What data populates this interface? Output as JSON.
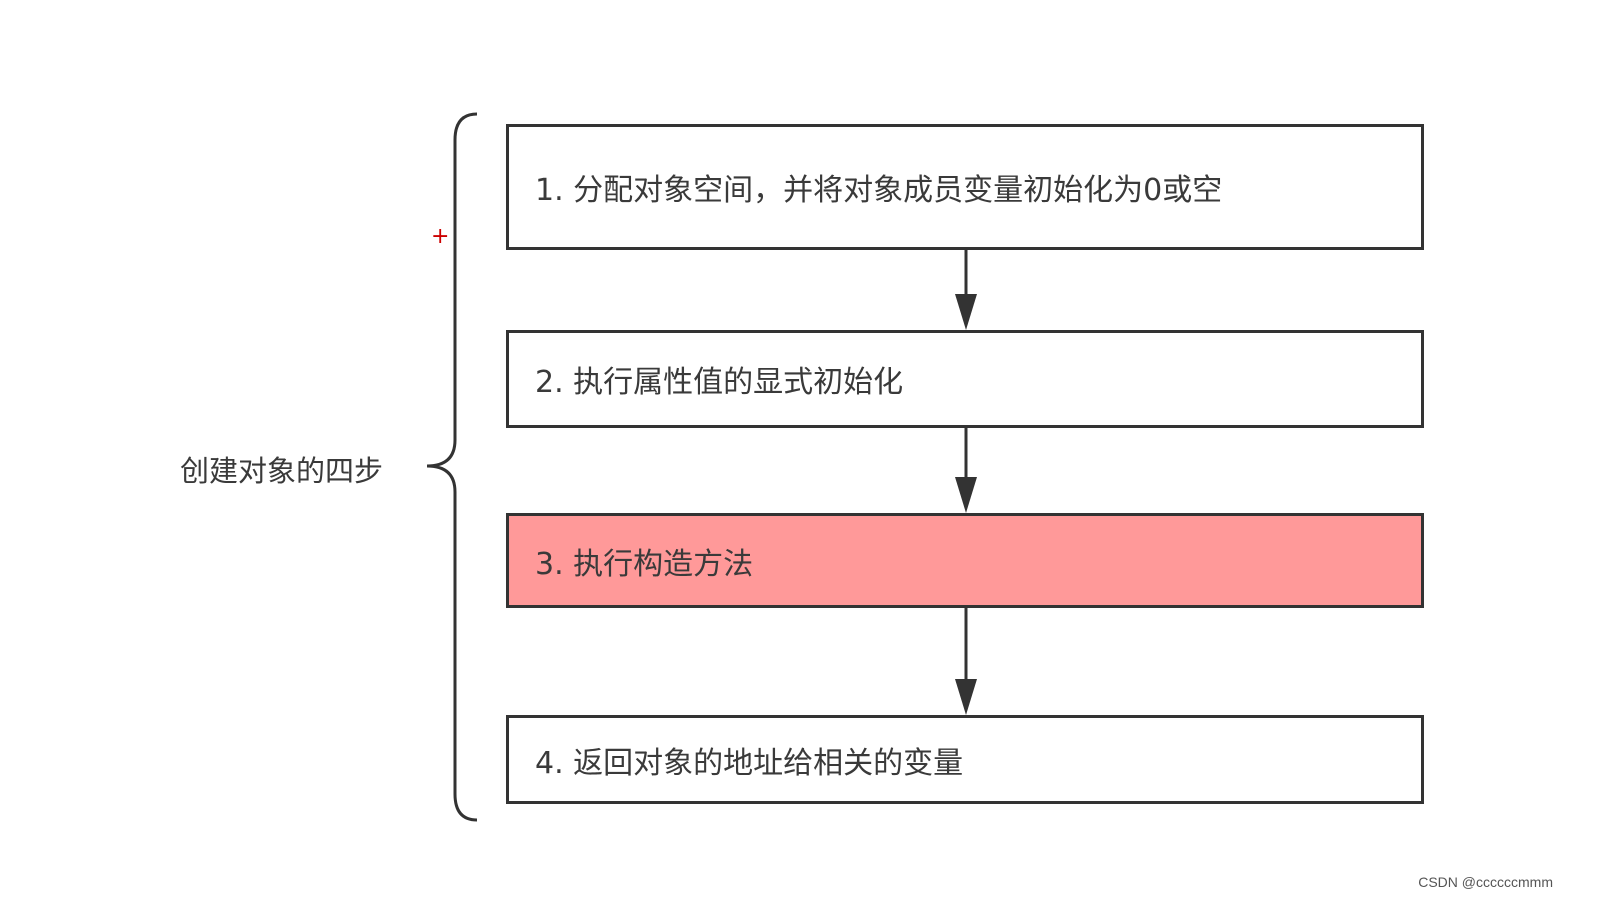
{
  "group": {
    "label": "创建对象的四步",
    "expand_symbol": "+"
  },
  "steps": [
    {
      "label": "1. 分配对象空间，并将对象成员变量初始化为0或空",
      "highlighted": false
    },
    {
      "label": "2. 执行属性值的显式初始化",
      "highlighted": false
    },
    {
      "label": "3. 执行构造方法",
      "highlighted": true
    },
    {
      "label": "4. 返回对象的地址给相关的变量",
      "highlighted": false
    }
  ],
  "colors": {
    "border": "#333333",
    "highlight_fill": "#ff9999",
    "expand_icon": "#cc0000"
  },
  "watermark": "CSDN @ccccccmmm"
}
